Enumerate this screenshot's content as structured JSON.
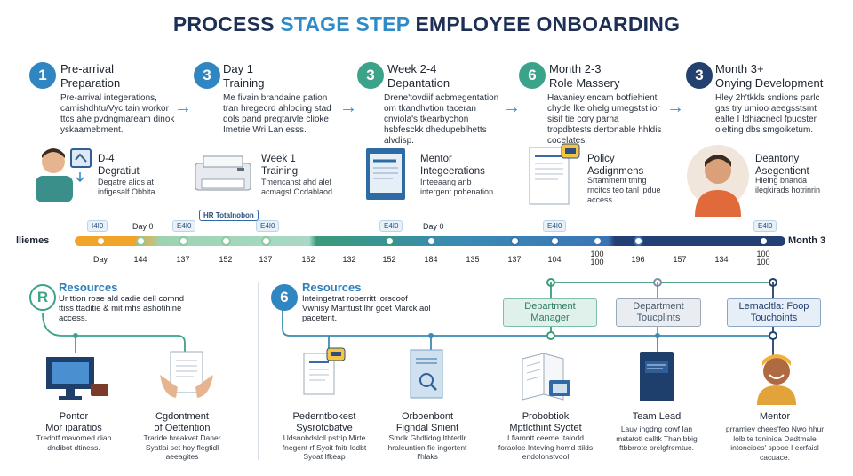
{
  "title": {
    "part1": "PROCESS ",
    "highlight": "STAGE STEP",
    "part2": " EMPLOYEE ONBOARDING"
  },
  "stages": [
    {
      "num": "1",
      "title": "Pre-arrival\nPreparation",
      "desc": "Pre-arrival integerations, camishdhtu/Vyc tain workor ttcs ahe pvdngmaream dinok yskaamebment.",
      "color": "#2f86c0"
    },
    {
      "num": "3",
      "title": "Day 1\nTraining",
      "desc": "Me fivain brandaine pation tran hregecrd ahloding stad dols pand pregtarvle clioke Imetrie Wri Lan esss.",
      "color": "#2f86c0"
    },
    {
      "num": "3",
      "title": "Week 2-4\nDepantation",
      "desc": "Drene'tovdiif acbmegentation om tkandhvtion taceran cnviola's tkearbychon hsbfesckk dhedupeblhetts alvdisp.",
      "color": "#3aa38a"
    },
    {
      "num": "6",
      "title": "Month 2-3\nRole Massery",
      "desc": "Havaniey encam botfiehient chyde lke ohelg umegstst ior sisif tie cory parna tropdbtests dertonable hhldis cocelates.",
      "color": "#3aa38a"
    },
    {
      "num": "3",
      "title": "Month 3+\nOnying Development",
      "desc": "Hley 2h'tkkls sndions parlc gas try umioo aeegsstsmt ealte I Idhiacnecl fpuoster olelting dbs smgoiketum.",
      "color": "#24406e"
    }
  ],
  "cards": [
    {
      "title": "D-4\nDegratiut",
      "desc": "Degatre alids at infigesalf Obbita"
    },
    {
      "title": "Week 1\nTraining",
      "desc": "Tmencanst ahd alef acmagsf Ocdablaod"
    },
    {
      "title": "Mentor\nIntegeerations",
      "desc": "Inteeaang anb intergent pobenation"
    },
    {
      "title": "Policy\nAsdignmens",
      "desc": "Srtamment tmhg rncitcs teo tanl ipdue access."
    },
    {
      "title": "Deantony\nAsegentient",
      "desc": "Hielng bnanda ilegkirads hotrinrin"
    }
  ],
  "timeline": {
    "left_label": "lliemes",
    "right_label": "Month 3",
    "top_labels": [
      "Day 0",
      "Day 0"
    ],
    "chips": [
      "I4I0",
      "E4I0",
      "HR Totalnobon",
      "E4I0",
      "E4I0",
      "E4I0",
      "E4I0"
    ],
    "ticks": [
      "Day",
      "144",
      "137",
      "152",
      "137",
      "152",
      "132",
      "152",
      "184",
      "135",
      "137",
      "104",
      "100\n100",
      "196",
      "157",
      "134",
      "100\n100"
    ]
  },
  "resources_left": {
    "badge": "R",
    "title": "Resources",
    "desc": "Ur ttion rose ald cadie dell comnd ttiss ttaditie & mit mhs ashotihine access.",
    "items": [
      {
        "title": "Pontor\nMor iparatios",
        "desc": "Tredotf mavomed dian dndibot dtiness."
      },
      {
        "title": "Cgdontment\nof Oettention",
        "desc": "Traride hreakvet Daner Syatlai set hoy flegtidl aeeagites"
      }
    ]
  },
  "resources_right": {
    "badge": "6",
    "title": "Resources",
    "desc": "Inteingetrat roberritt lorscoof Vwhisy Marttust lhr gcet Marck aol pacetent.",
    "tags": [
      "Department\nManager",
      "Department\nToucplints",
      "Lernacltla: Foop\nTouchoints"
    ],
    "items": [
      {
        "title": "Pederntbokest\nSysrotcbatve",
        "desc": "Udsnobdslcll pstrip Mirte fnegent rf Syoit fnitr lodbt Syoat Ifkeap"
      },
      {
        "title": "Orboenbont\nFigndal Snient",
        "desc": "Smdk Ghdfidog Ithtedlr hraleuntion fie ingortent I'hlaks"
      },
      {
        "title": "Probobtiok\nMptlcthint Syotet",
        "desc": "I fiamntt ceeme Italodd foraoloe Inteving homd ttilds endolonstvool"
      },
      {
        "title": "Team Lead",
        "desc": "Lauy ingdng cowf Ian mstatotl calltk Than bbig ftbbrrote orelgfremtue."
      },
      {
        "title": "Mentor",
        "desc": "prramiev chees'feo Nwo hhur lolb te toninioa Dadtmale intoncioes' spooe I ecrfaisl cacuace."
      }
    ]
  }
}
